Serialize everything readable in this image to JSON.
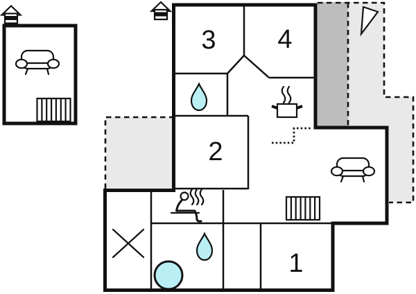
{
  "plan": {
    "type": "floor-plan",
    "rooms": [
      {
        "id": "room-1",
        "label": "1"
      },
      {
        "id": "room-2",
        "label": "2"
      },
      {
        "id": "room-3",
        "label": "3"
      },
      {
        "id": "room-4",
        "label": "4"
      }
    ],
    "icons": [
      "house-icon",
      "house-icon",
      "sofa-icon",
      "sofa-icon",
      "radiator-icon",
      "radiator-icon",
      "water-drop-icon",
      "water-drop-icon",
      "whirlpool-icon",
      "sauna-person-icon",
      "cooking-pot-icon",
      "cross-icon",
      "north-arrow-icon",
      "dotted-step-marker"
    ]
  },
  "colors": {
    "wall": "#111111",
    "water": "#b9eef4",
    "shadeLight": "#e9e9e9",
    "shadeDark": "#bdbdbd"
  }
}
